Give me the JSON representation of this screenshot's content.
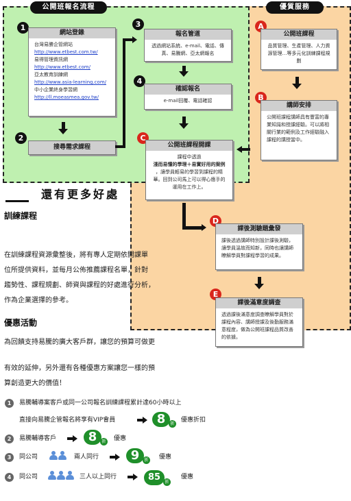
{
  "left_panel": {
    "title": "公開班報名流程",
    "step1": {
      "num": "1",
      "title": "網站登錄",
      "lines": [
        {
          "text": "台灣易勝企管網站",
          "link": false
        },
        {
          "text": "http://www.etbest.com.tw/",
          "link": true
        },
        {
          "text": "易得管理資訊網",
          "link": false
        },
        {
          "text": "http://www.etbest.com/",
          "link": true
        },
        {
          "text": "亞太教育訓練網",
          "link": false
        },
        {
          "text": "http://www.asia-learning.com/",
          "link": true
        },
        {
          "text": "中小企業終身學習網",
          "link": false
        },
        {
          "text": "http://ll.moeasmea.gov.tw/",
          "link": true
        }
      ]
    },
    "step2": {
      "num": "2",
      "title": "搜尋需求課程"
    },
    "step3": {
      "num": "3",
      "title": "報名管道",
      "body": "透過網站系統、e-mail、電話、傳真、易騰網、亞太網報名"
    },
    "step4": {
      "num": "4",
      "title": "確認報名",
      "body": "e-mail回覆、電話確認"
    }
  },
  "right_panel": {
    "title": "優質服務",
    "a": {
      "num": "A",
      "title": "公開班課程",
      "body": "品質管理、生產管理、人力資源管理…等多元化訓練課程規劃"
    },
    "b": {
      "num": "B",
      "title": "講師安排",
      "body": "公開班課程講師具有豐富的專業知識和授課經驗。可以將相關行業的範例及工作經驗融入課程的講授當中。"
    },
    "c": {
      "num": "C",
      "title": "公開班課程開課",
      "body_pre": "課程中透過",
      "body_bold": "淺而易懂的學理＋易實好用的案例",
      "body_post": "，讓學員輕易的學習到課程的精華。回到公司馬上可以得心應手的運用在工作上。"
    },
    "d": {
      "num": "D",
      "title": "課後測驗題彙發",
      "body": "課後透過講師特別設計課後測驗，讓學員溫故而知新，同時也讓講師瞭解學員對課程學習的成果。"
    },
    "e": {
      "num": "E",
      "title": "課後滿意度調查",
      "body": "透過課後滿意度調查瞭解學員對於課程內容、講師授課及後勤服務滿意程度，做為公開班課程品質改善的依據。"
    }
  },
  "more": {
    "heading": "還有更多好處",
    "training_title": "訓練課程",
    "training_text": [
      "在訓練課程資源彙整後，將有專人定期依開課單",
      "位所提供資料，並每月公佈推薦課程名單，針對",
      "趨勢性、課程規劃、師資與課程的好處進行分析，",
      "作為企業選擇的參考。"
    ],
    "promo_title": "優惠活動",
    "promo_text1": "為回饋支持易騰的廣大客戶群，讓您的預算可做更",
    "promo_text2": [
      "有效的延伸，另外還有各種優惠方案讓您一樣的預",
      "算創造更大的價值！"
    ]
  },
  "discounts": [
    {
      "num": "1",
      "line1": "易騰輔導案客戶或同一公司報名訓練課程累計達60小時以上",
      "line2": "直接向易騰企管報名將享有VIP會員",
      "value": "8",
      "zhe": "折",
      "suffix": "優惠折扣"
    },
    {
      "num": "2",
      "label": "易騰輔導客戶",
      "value": "8",
      "zhe": "折",
      "suffix": "優惠"
    },
    {
      "num": "3",
      "pre": "同公司",
      "label": "兩人同行",
      "value": "9",
      "zhe": "折",
      "suffix": "優惠"
    },
    {
      "num": "4",
      "pre": "同公司",
      "label": "三人以上同行",
      "value": "85",
      "zhe": "折",
      "suffix": "優惠"
    }
  ]
}
